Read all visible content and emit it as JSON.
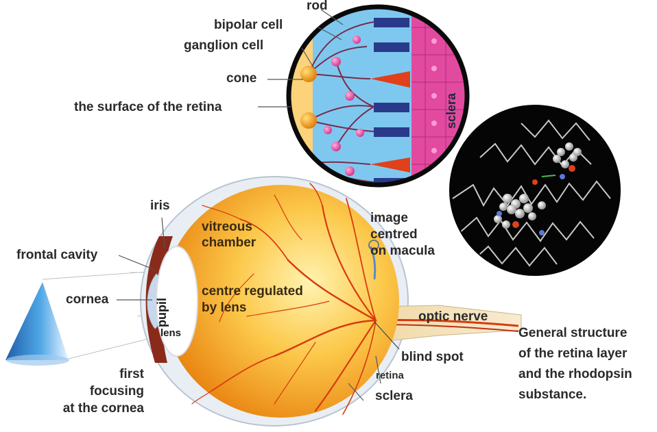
{
  "labels": {
    "rod": "rod",
    "bipolar_cell": "bipolar cell",
    "ganglion_cell": "ganglion cell",
    "cone": "cone",
    "retina_surface": "the surface of the retina",
    "sclera_inset": "sclera",
    "iris": "iris",
    "vitreous_chamber": "vitreous\nchamber",
    "image_centred": "image\ncentred\non macula",
    "frontal_cavity": "frontal cavity",
    "cornea": "cornea",
    "pupil": "pupil",
    "centre_regulated": "centre regulated\nby lens",
    "lens": "lens",
    "optic_nerve": "optic nerve",
    "blind_spot": "blind spot",
    "first_focusing": "first\nfocusing\nat the cornea",
    "retina": "retina",
    "sclera": "sclera"
  },
  "caption": "General structure\nof the retina layer\nand the rhodopsin\nsubstance.",
  "colors": {
    "eyeball_light": "#fde08a",
    "eyeball_dark": "#f08a10",
    "vessels": "#d83a10",
    "retina_blue": "#2aa6d8",
    "rod_navy": "#2a3a8a",
    "cone_red": "#e0401a",
    "sclera_pink": "#e05aa8",
    "cone_object": "#2c7fc2"
  }
}
